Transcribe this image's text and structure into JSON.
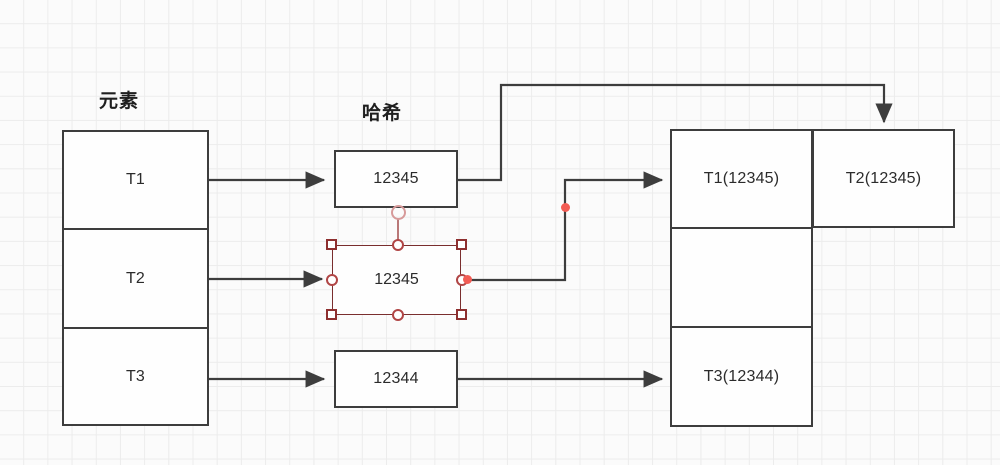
{
  "diagram": {
    "title_labels": {
      "elements": "元素",
      "hash": "哈希"
    },
    "columns": {
      "elements": {
        "name": "元素",
        "cells": [
          "T1",
          "T2",
          "T3"
        ]
      },
      "hash": {
        "name": "哈希",
        "boxes": [
          "12345",
          "12345",
          "12344"
        ],
        "selected_index": 1
      },
      "buckets": {
        "cells": [
          "T1(12345)",
          "",
          "T3(12344)"
        ],
        "overflow": "T2(12345)"
      }
    },
    "selection": {
      "handle_names": [
        "top-left-handle",
        "top-center-handle",
        "top-right-handle",
        "middle-left-handle",
        "middle-right-handle",
        "bottom-left-handle",
        "bottom-center-handle",
        "bottom-right-handle",
        "rotate-handle"
      ]
    },
    "connectors": [
      {
        "name": "t1-to-hash1",
        "from": "T1",
        "to": "12345"
      },
      {
        "name": "t2-to-hash2",
        "from": "T2",
        "to": "12345"
      },
      {
        "name": "t3-to-hash3",
        "from": "T3",
        "to": "12344"
      },
      {
        "name": "hash1-to-t2bucket",
        "from": "12345",
        "to": "T2(12345)"
      },
      {
        "name": "hash2-to-t1bucket",
        "from": "12345",
        "to": "T1(12345)"
      },
      {
        "name": "hash3-to-t3bucket",
        "from": "12344",
        "to": "T3(12344)"
      }
    ],
    "colors": {
      "stroke": "#3d3d3d",
      "selection": "#7a2e2e",
      "endpoint": "#f25c54",
      "grid": "#ececec",
      "canvas": "#fbfbfb"
    }
  }
}
